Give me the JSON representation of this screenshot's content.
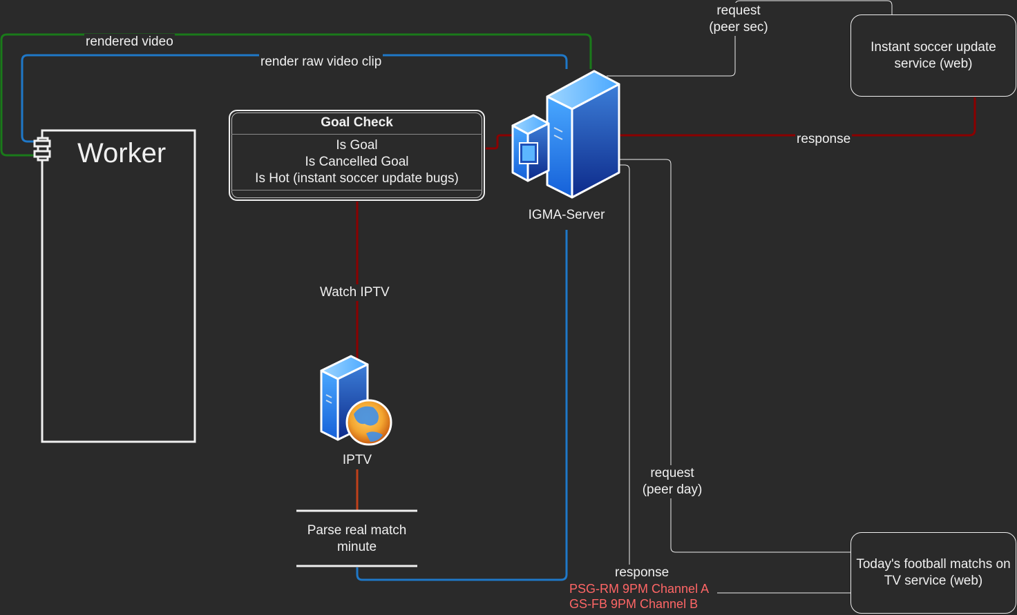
{
  "worker": {
    "title": "Worker"
  },
  "goal_check": {
    "title": "Goal Check",
    "items": [
      "Is Goal",
      "Is Cancelled Goal",
      "Is Hot (instant soccer update bugs)"
    ]
  },
  "igma_server": {
    "label": "IGMA-Server"
  },
  "iptv": {
    "label": "IPTV"
  },
  "parse_store": {
    "label": "Parse real match minute"
  },
  "instant_service": {
    "label": "Instant soccer update service (web)"
  },
  "tv_service": {
    "label": "Today's football matchs on TV service (web)"
  },
  "edges": {
    "rendered_video": "rendered video",
    "render_raw": "render raw video clip",
    "watch_iptv": "Watch IPTV",
    "request_sec_line1": "request",
    "request_sec_line2": "(peer sec)",
    "response_top": "response",
    "request_day_line1": "request",
    "request_day_line2": "(peer day)",
    "response_bottom": "response",
    "response_detail_1": "PSG-RM 9PM Channel A",
    "response_detail_2": "GS-FB 9PM Channel B"
  },
  "colors": {
    "background": "#2a2a2a",
    "green_edge": "#1a7a1a",
    "blue_edge": "#1f78c8",
    "red_edge": "#8b0000",
    "orange_edge": "#c0401a",
    "white_edge": "#f0f0f0",
    "highlight_text": "#ff6666"
  },
  "icons": {
    "server": "server-tower-icon",
    "web_server": "globe-server-icon",
    "component": "uml-component-icon"
  }
}
